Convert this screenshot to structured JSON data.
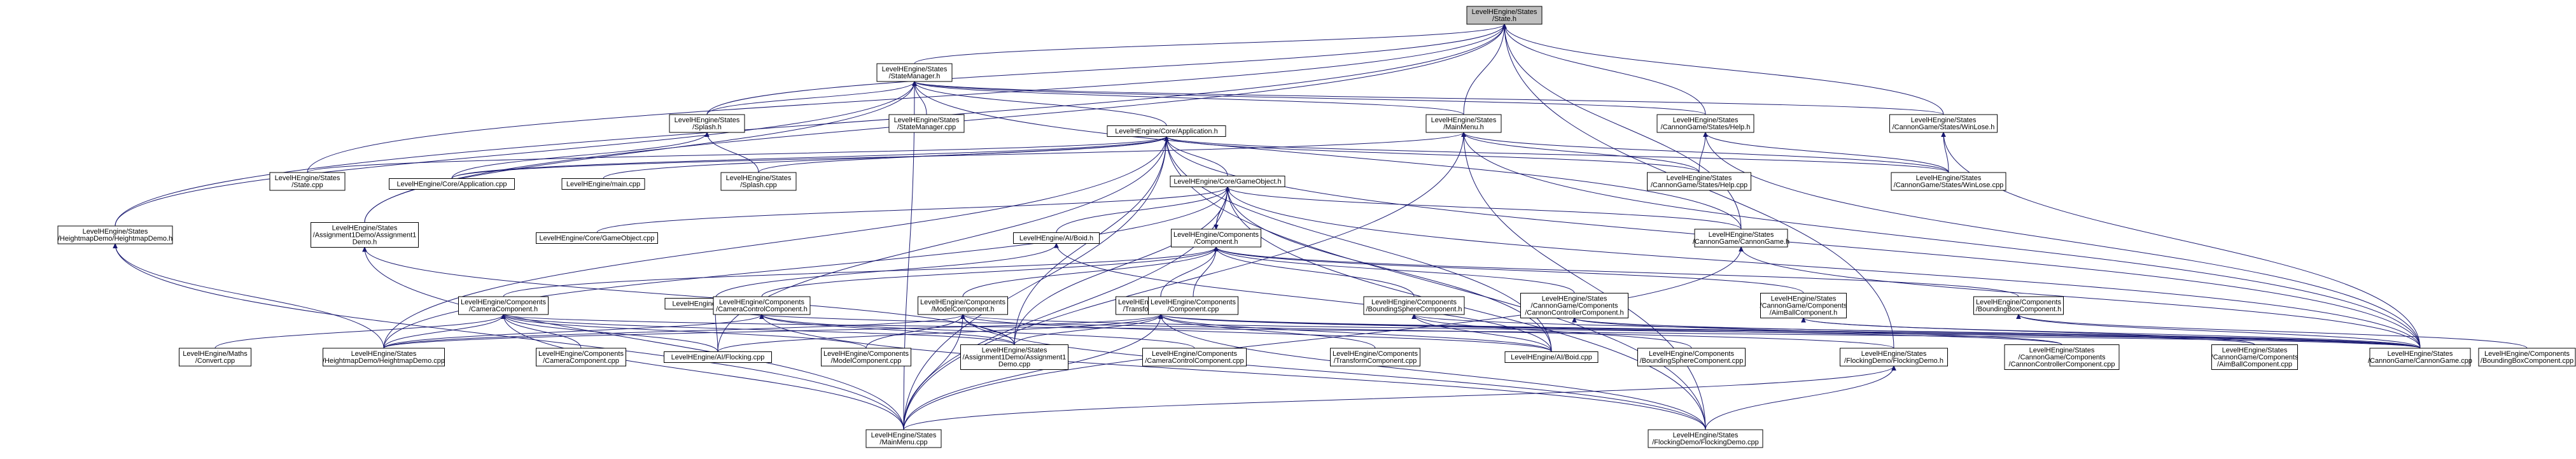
{
  "graph": {
    "colors": {
      "node_fill": "#ffffff",
      "root_fill": "#bfbfbf",
      "border": "#000000",
      "edge": "#191970"
    },
    "nodes": [
      {
        "id": "state_h",
        "lines": [
          "LevelHEngine/States",
          "/State.h"
        ],
        "root": true
      },
      {
        "id": "statemanager_h",
        "lines": [
          "LevelHEngine/States",
          "/StateManager.h"
        ]
      },
      {
        "id": "splash_h",
        "lines": [
          "LevelHEngine/States",
          "/Splash.h"
        ]
      },
      {
        "id": "statemanager_cpp",
        "lines": [
          "LevelHEngine/States",
          "/StateManager.cpp"
        ]
      },
      {
        "id": "application_h",
        "lines": [
          "LevelHEngine/Core/Application.h"
        ]
      },
      {
        "id": "mainmenu_h",
        "lines": [
          "LevelHEngine/States",
          "/MainMenu.h"
        ]
      },
      {
        "id": "help_h",
        "lines": [
          "LevelHEngine/States",
          "/CannonGame/States/Help.h"
        ]
      },
      {
        "id": "winlose_h",
        "lines": [
          "LevelHEngine/States",
          "/CannonGame/States/WinLose.h"
        ]
      },
      {
        "id": "state_cpp",
        "lines": [
          "LevelHEngine/States",
          "/State.cpp"
        ]
      },
      {
        "id": "application_cpp",
        "lines": [
          "LevelHEngine/Core/Application.cpp"
        ]
      },
      {
        "id": "main_cpp",
        "lines": [
          "LevelHEngine/main.cpp"
        ]
      },
      {
        "id": "splash_cpp",
        "lines": [
          "LevelHEngine/States",
          "/Splash.cpp"
        ]
      },
      {
        "id": "gameobject_h",
        "lines": [
          "LevelHEngine/Core/GameObject.h"
        ]
      },
      {
        "id": "help_cpp",
        "lines": [
          "LevelHEngine/States",
          "/CannonGame/States/Help.cpp"
        ]
      },
      {
        "id": "winlose_cpp",
        "lines": [
          "LevelHEngine/States",
          "/CannonGame/States/WinLose.cpp"
        ]
      },
      {
        "id": "heightmapdemo_h",
        "lines": [
          "LevelHEngine/States",
          "/HeightmapDemo/HeightmapDemo.h"
        ]
      },
      {
        "id": "assignment1demo_h",
        "lines": [
          "LevelHEngine/States",
          "/Assignment1Demo/Assignment1",
          "Demo.h"
        ]
      },
      {
        "id": "gameobject_cpp",
        "lines": [
          "LevelHEngine/Core/GameObject.cpp"
        ]
      },
      {
        "id": "aiboid_h",
        "lines": [
          "LevelHEngine/AI/Boid.h"
        ]
      },
      {
        "id": "component_h",
        "lines": [
          "LevelHEngine/Components",
          "/Component.h"
        ]
      },
      {
        "id": "cannongame_h",
        "lines": [
          "LevelHEngine/States",
          "/CannonGame/CannonGame.h"
        ]
      },
      {
        "id": "aiflocking_h",
        "lines": [
          "LevelHEngine/AI/Flocking.h"
        ]
      },
      {
        "id": "cameracomponent_h",
        "lines": [
          "LevelHEngine/Components",
          "/CameraComponent.h"
        ]
      },
      {
        "id": "cameracontrolcomponent_h",
        "lines": [
          "LevelHEngine/Components",
          "/CameraControlComponent.h"
        ]
      },
      {
        "id": "modelcomponent_h",
        "lines": [
          "LevelHEngine/Components",
          "/ModelComponent.h"
        ]
      },
      {
        "id": "transformcomponent_h",
        "lines": [
          "LevelHEngine/Components",
          "/TransformComponent.h"
        ]
      },
      {
        "id": "component_cpp",
        "lines": [
          "LevelHEngine/Components",
          "/Component.cpp"
        ]
      },
      {
        "id": "boundingsphere_h",
        "lines": [
          "LevelHEngine/Components",
          "/BoundingSphereComponent.h"
        ]
      },
      {
        "id": "cannoncontroller_h",
        "lines": [
          "LevelHEngine/States",
          "/CannonGame/Components",
          "/CannonControllerComponent.h"
        ]
      },
      {
        "id": "aimball_h",
        "lines": [
          "LevelHEngine/States",
          "/CannonGame/Components",
          "/AimBallComponent.h"
        ]
      },
      {
        "id": "boundingbox_h",
        "lines": [
          "LevelHEngine/Components",
          "/BoundingBoxComponent.h"
        ]
      },
      {
        "id": "maths_convert_cpp",
        "lines": [
          "LevelHEngine/Maths",
          "/Convert.cpp"
        ]
      },
      {
        "id": "heightmapdemo_cpp",
        "lines": [
          "LevelHEngine/States",
          "/HeightmapDemo/HeightmapDemo.cpp"
        ]
      },
      {
        "id": "cameracomponent_cpp",
        "lines": [
          "LevelHEngine/Components",
          "/CameraComponent.cpp"
        ]
      },
      {
        "id": "aiflocking_cpp",
        "lines": [
          "LevelHEngine/AI/Flocking.cpp"
        ]
      },
      {
        "id": "modelcomponent_cpp",
        "lines": [
          "LevelHEngine/Components",
          "/ModelComponent.cpp"
        ]
      },
      {
        "id": "assignment1demo_cpp",
        "lines": [
          "LevelHEngine/States",
          "/Assignment1Demo/Assignment1",
          "Demo.cpp"
        ]
      },
      {
        "id": "cameracontrolcomponent_cpp",
        "lines": [
          "LevelHEngine/Components",
          "/CameraControlComponent.cpp"
        ]
      },
      {
        "id": "transformcomponent_cpp",
        "lines": [
          "LevelHEngine/Components",
          "/TransformComponent.cpp"
        ]
      },
      {
        "id": "aiboid_cpp",
        "lines": [
          "LevelHEngine/AI/Boid.cpp"
        ]
      },
      {
        "id": "boundingsphere_cpp",
        "lines": [
          "LevelHEngine/Components",
          "/BoundingSphereComponent.cpp"
        ]
      },
      {
        "id": "flockingdemo_h",
        "lines": [
          "LevelHEngine/States",
          "/FlockingDemo/FlockingDemo.h"
        ]
      },
      {
        "id": "cannoncontroller_cpp",
        "lines": [
          "LevelHEngine/States",
          "/CannonGame/Components",
          "/CannonControllerComponent.cpp"
        ]
      },
      {
        "id": "aimball_cpp",
        "lines": [
          "LevelHEngine/States",
          "/CannonGame/Components",
          "/AimBallComponent.cpp"
        ]
      },
      {
        "id": "cannongame_cpp",
        "lines": [
          "LevelHEngine/States",
          "/CannonGame/CannonGame.cpp"
        ]
      },
      {
        "id": "boundingbox_cpp",
        "lines": [
          "LevelHEngine/Components",
          "/BoundingBoxComponent.cpp"
        ]
      },
      {
        "id": "mainmenu_cpp",
        "lines": [
          "LevelHEngine/States",
          "/MainMenu.cpp"
        ]
      },
      {
        "id": "flockingdemo_cpp",
        "lines": [
          "LevelHEngine/States",
          "/FlockingDemo/FlockingDemo.cpp"
        ]
      }
    ],
    "edges": [
      [
        "state_h",
        "statemanager_h"
      ],
      [
        "state_h",
        "splash_h"
      ],
      [
        "state_h",
        "mainmenu_h"
      ],
      [
        "state_h",
        "help_h"
      ],
      [
        "state_h",
        "winlose_h"
      ],
      [
        "state_h",
        "state_cpp"
      ],
      [
        "state_h",
        "heightmapdemo_h"
      ],
      [
        "state_h",
        "assignment1demo_h"
      ],
      [
        "state_h",
        "cannongame_h"
      ],
      [
        "state_h",
        "flockingdemo_h"
      ],
      [
        "statemanager_h",
        "statemanager_cpp"
      ],
      [
        "statemanager_h",
        "application_h"
      ],
      [
        "statemanager_h",
        "mainmenu_h"
      ],
      [
        "statemanager_h",
        "help_h"
      ],
      [
        "statemanager_h",
        "winlose_h"
      ],
      [
        "statemanager_h",
        "splash_h"
      ],
      [
        "statemanager_h",
        "heightmapdemo_h"
      ],
      [
        "statemanager_h",
        "assignment1demo_h"
      ],
      [
        "statemanager_h",
        "cannongame_h"
      ],
      [
        "statemanager_h",
        "mainmenu_cpp"
      ],
      [
        "splash_h",
        "splash_cpp"
      ],
      [
        "splash_h",
        "application_cpp"
      ],
      [
        "application_h",
        "application_cpp"
      ],
      [
        "application_h",
        "main_cpp"
      ],
      [
        "application_h",
        "splash_cpp"
      ],
      [
        "application_h",
        "gameobject_h"
      ],
      [
        "application_h",
        "state_cpp"
      ],
      [
        "application_h",
        "help_cpp"
      ],
      [
        "application_h",
        "winlose_cpp"
      ],
      [
        "application_h",
        "heightmapdemo_cpp"
      ],
      [
        "application_h",
        "assignment1demo_cpp"
      ],
      [
        "application_h",
        "cannongame_cpp"
      ],
      [
        "application_h",
        "mainmenu_cpp"
      ],
      [
        "application_h",
        "flockingdemo_cpp"
      ],
      [
        "application_h",
        "aiboid_cpp"
      ],
      [
        "application_h",
        "aiflocking_cpp"
      ],
      [
        "mainmenu_h",
        "help_cpp"
      ],
      [
        "mainmenu_h",
        "winlose_cpp"
      ],
      [
        "mainmenu_h",
        "mainmenu_cpp"
      ],
      [
        "mainmenu_h",
        "application_cpp"
      ],
      [
        "mainmenu_h",
        "cannongame_cpp"
      ],
      [
        "mainmenu_h",
        "flockingdemo_cpp"
      ],
      [
        "help_h",
        "help_cpp"
      ],
      [
        "help_h",
        "winlose_cpp"
      ],
      [
        "help_h",
        "cannongame_cpp"
      ],
      [
        "winlose_h",
        "winlose_cpp"
      ],
      [
        "winlose_h",
        "cannongame_cpp"
      ],
      [
        "gameobject_h",
        "gameobject_cpp"
      ],
      [
        "gameobject_h",
        "aiboid_h"
      ],
      [
        "gameobject_h",
        "component_h"
      ],
      [
        "gameobject_h",
        "cannongame_h"
      ],
      [
        "gameobject_h",
        "heightmapdemo_cpp"
      ],
      [
        "gameobject_h",
        "assignment1demo_cpp"
      ],
      [
        "gameobject_h",
        "aiboid_cpp"
      ],
      [
        "gameobject_h",
        "cannongame_cpp"
      ],
      [
        "gameobject_h",
        "mainmenu_cpp"
      ],
      [
        "gameobject_h",
        "flockingdemo_cpp"
      ],
      [
        "aiboid_h",
        "aiflocking_h"
      ],
      [
        "aiboid_h",
        "aiboid_cpp"
      ],
      [
        "component_h",
        "gameobject_h"
      ],
      [
        "component_h",
        "cameracomponent_h"
      ],
      [
        "component_h",
        "cameracontrolcomponent_h"
      ],
      [
        "component_h",
        "modelcomponent_h"
      ],
      [
        "component_h",
        "transformcomponent_h"
      ],
      [
        "component_h",
        "component_cpp"
      ],
      [
        "component_h",
        "boundingsphere_h"
      ],
      [
        "component_h",
        "cannoncontroller_h"
      ],
      [
        "component_h",
        "aimball_h"
      ],
      [
        "component_h",
        "boundingbox_h"
      ],
      [
        "cannongame_h",
        "cannongame_cpp"
      ],
      [
        "cannongame_h",
        "mainmenu_cpp"
      ],
      [
        "aiflocking_h",
        "aiflocking_cpp"
      ],
      [
        "aiflocking_h",
        "flockingdemo_h"
      ],
      [
        "cameracomponent_h",
        "maths_convert_cpp"
      ],
      [
        "cameracomponent_h",
        "heightmapdemo_cpp"
      ],
      [
        "cameracomponent_h",
        "cameracomponent_cpp"
      ],
      [
        "cameracomponent_h",
        "aiflocking_cpp"
      ],
      [
        "cameracomponent_h",
        "modelcomponent_cpp"
      ],
      [
        "cameracomponent_h",
        "assignment1demo_cpp"
      ],
      [
        "cameracomponent_h",
        "cannongame_cpp"
      ],
      [
        "cameracomponent_h",
        "mainmenu_cpp"
      ],
      [
        "cameracontrolcomponent_h",
        "cameracontrolcomponent_cpp"
      ],
      [
        "cameracontrolcomponent_h",
        "heightmapdemo_cpp"
      ],
      [
        "cameracontrolcomponent_h",
        "assignment1demo_cpp"
      ],
      [
        "cameracontrolcomponent_h",
        "flockingdemo_cpp"
      ],
      [
        "modelcomponent_h",
        "modelcomponent_cpp"
      ],
      [
        "modelcomponent_h",
        "heightmapdemo_cpp"
      ],
      [
        "modelcomponent_h",
        "assignment1demo_cpp"
      ],
      [
        "modelcomponent_h",
        "aiboid_cpp"
      ],
      [
        "modelcomponent_h",
        "cannongame_cpp"
      ],
      [
        "modelcomponent_h",
        "mainmenu_cpp"
      ],
      [
        "modelcomponent_h",
        "flockingdemo_cpp"
      ],
      [
        "transformcomponent_h",
        "transformcomponent_cpp"
      ],
      [
        "transformcomponent_h",
        "heightmapdemo_cpp"
      ],
      [
        "transformcomponent_h",
        "assignment1demo_cpp"
      ],
      [
        "transformcomponent_h",
        "aiboid_cpp"
      ],
      [
        "transformcomponent_h",
        "aiflocking_cpp"
      ],
      [
        "transformcomponent_h",
        "cannongame_cpp"
      ],
      [
        "transformcomponent_h",
        "mainmenu_cpp"
      ],
      [
        "transformcomponent_h",
        "flockingdemo_cpp"
      ],
      [
        "transformcomponent_h",
        "cannoncontroller_cpp"
      ],
      [
        "transformcomponent_h",
        "aimball_cpp"
      ],
      [
        "boundingsphere_h",
        "boundingsphere_cpp"
      ],
      [
        "boundingsphere_h",
        "aiboid_cpp"
      ],
      [
        "boundingsphere_h",
        "cannongame_cpp"
      ],
      [
        "cannoncontroller_h",
        "cannoncontroller_cpp"
      ],
      [
        "cannoncontroller_h",
        "cannongame_cpp"
      ],
      [
        "aimball_h",
        "aimball_cpp"
      ],
      [
        "aimball_h",
        "cannongame_cpp"
      ],
      [
        "boundingbox_h",
        "boundingbox_cpp"
      ],
      [
        "boundingbox_h",
        "cannongame_cpp"
      ],
      [
        "heightmapdemo_h",
        "heightmapdemo_cpp"
      ],
      [
        "heightmapdemo_h",
        "mainmenu_cpp"
      ],
      [
        "assignment1demo_h",
        "assignment1demo_cpp"
      ],
      [
        "assignment1demo_h",
        "mainmenu_cpp"
      ],
      [
        "flockingdemo_h",
        "flockingdemo_cpp"
      ],
      [
        "flockingdemo_h",
        "mainmenu_cpp"
      ]
    ]
  }
}
